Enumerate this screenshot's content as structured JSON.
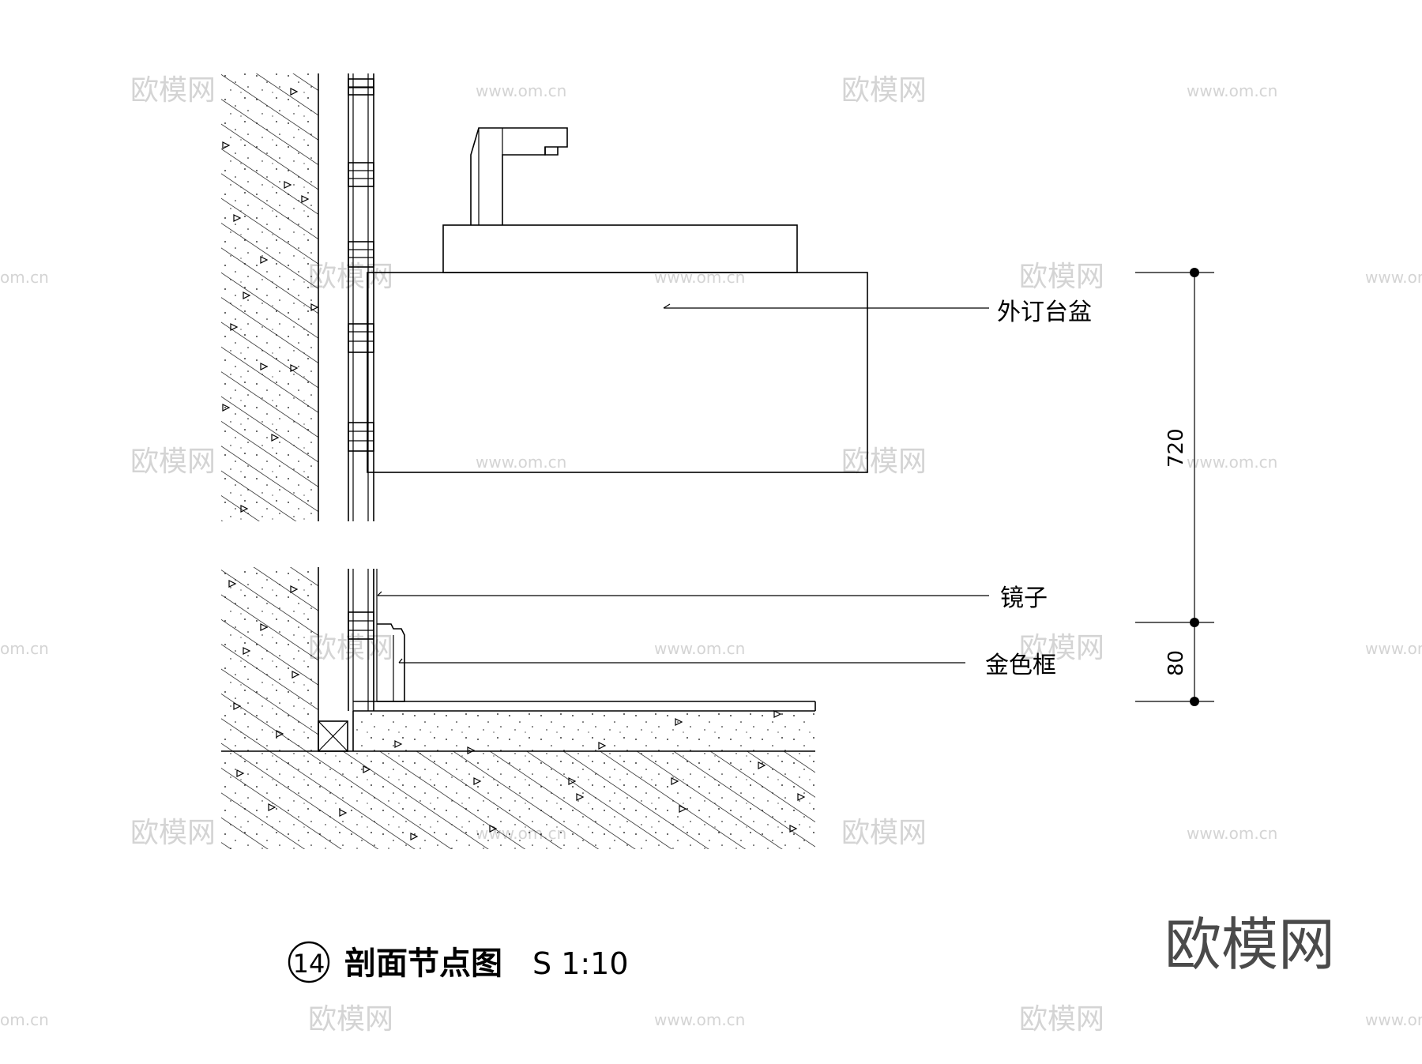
{
  "labels": {
    "basin": "外订台盆",
    "mirror": "镜子",
    "frame": "金色框"
  },
  "dimensions": {
    "upper": "720",
    "lower": "80"
  },
  "title": {
    "number": "14",
    "text": "剖面节点图",
    "scale": "S 1:10"
  },
  "watermark": {
    "logo": "欧模网",
    "url": "www.om.cn",
    "url_partial": "om.cn"
  }
}
